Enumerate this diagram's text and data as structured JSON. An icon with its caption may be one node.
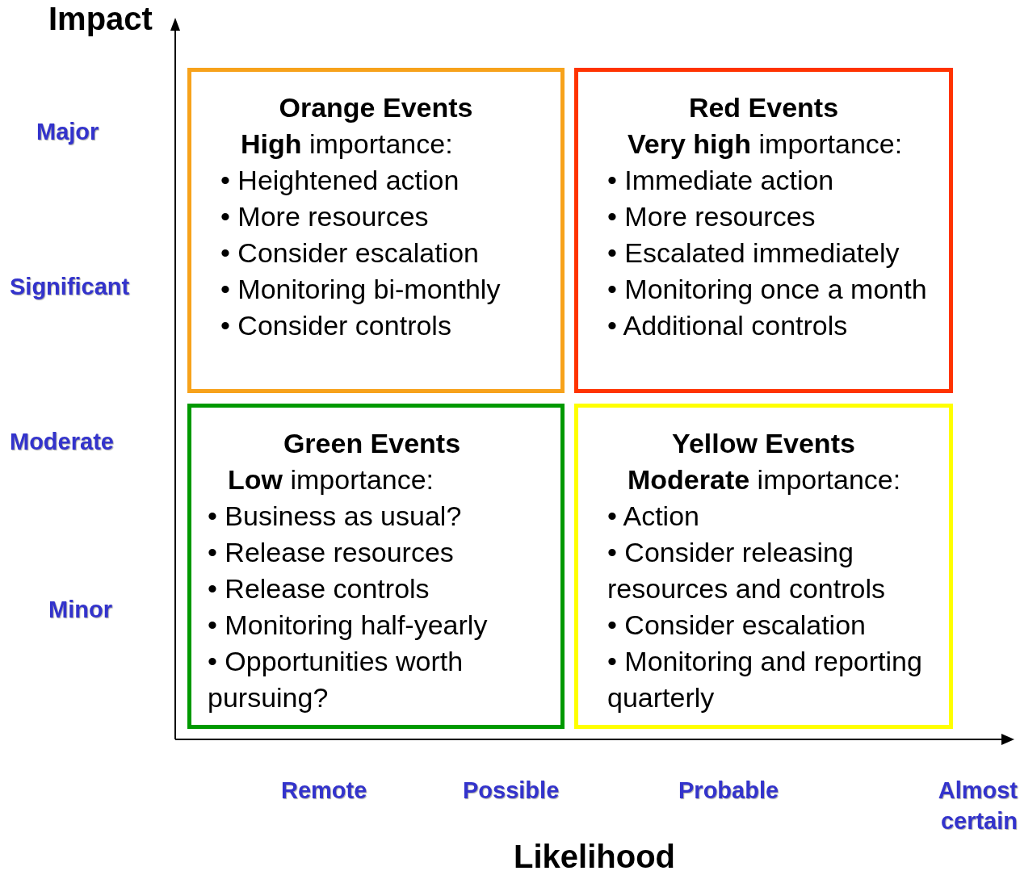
{
  "diagram": {
    "nodes": [
      {
        "text": [
          "Orange Events",
          "**High** importance:",
          "• Heightened action",
          "• More resources",
          "• Consider escalation",
          "• Monitoring bi-monthly",
          "• Consider controls"
        ]
      },
      {
        "text": [
          "Red Events",
          "**Very high** importance:",
          "• Immediate action",
          "• More resources",
          "• Escalated immediately",
          "• Monitoring once a month",
          "• Additional controls"
        ]
      },
      {
        "text": [
          "Green Events",
          "**Low** importance:",
          "• Business as usual?",
          "• Release resources",
          "• Release controls",
          "• Monitoring half-yearly",
          "• Opportunities worth pursuing?"
        ]
      },
      {
        "text": [
          "Yellow Events",
          "**Moderate** importance:",
          "• Action",
          "• Consider releasing resources and controls",
          "• Consider escalation",
          "• Monitoring and reporting quarterly"
        ]
      }
    ],
    "edges": [],
    "labels": [
      "Impact",
      "Major",
      "Significant",
      "Moderate",
      "Minor",
      "Remote",
      "Possible",
      "Probable",
      "Almost certain",
      "Likelihood"
    ]
  }
}
